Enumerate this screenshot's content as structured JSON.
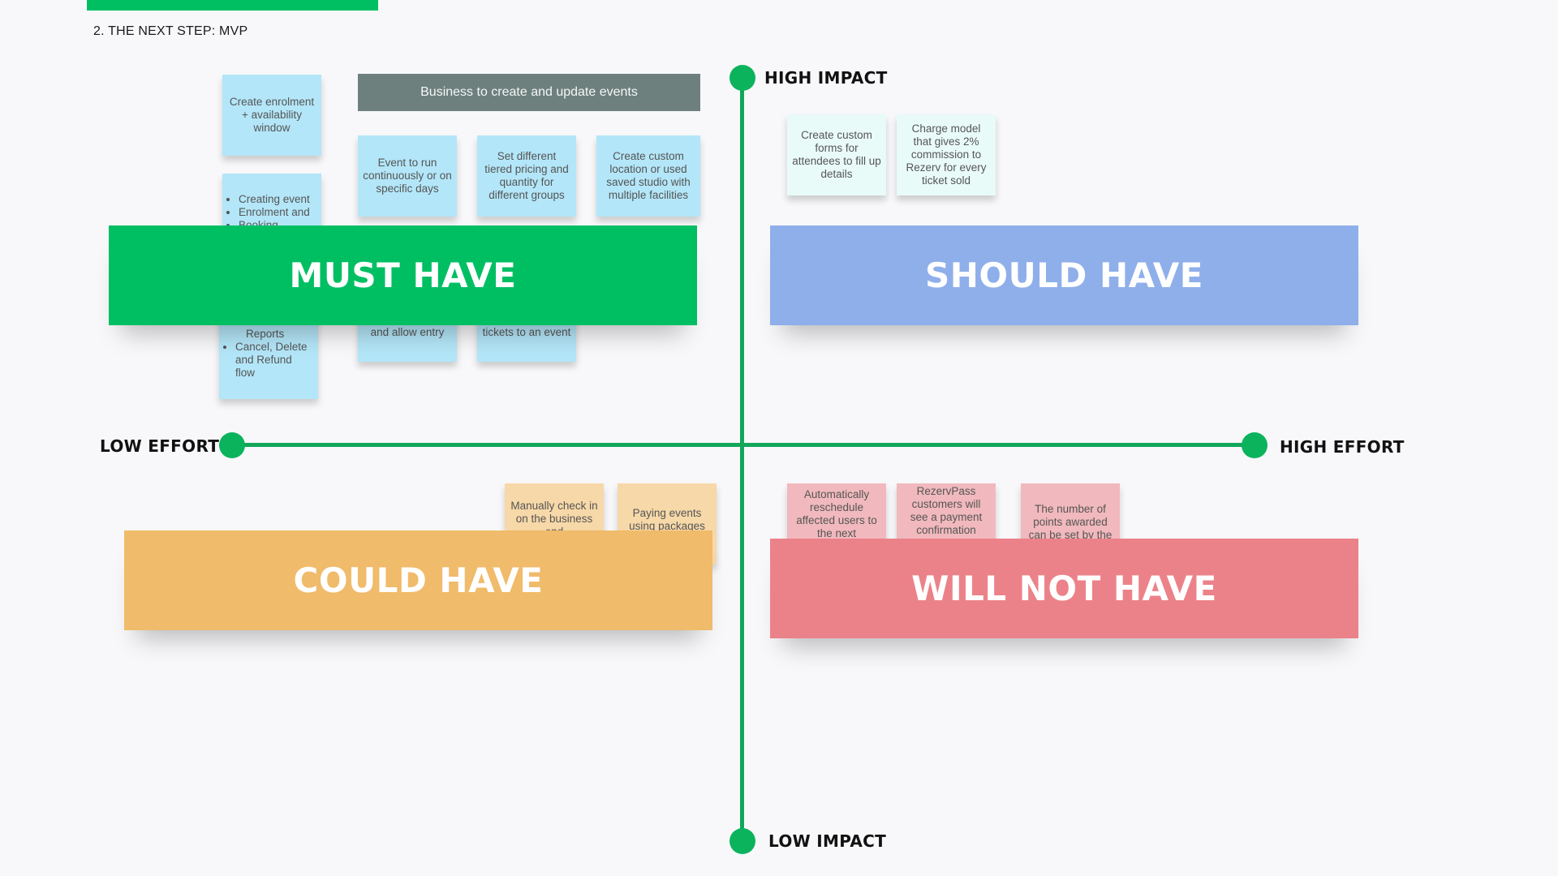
{
  "page": {
    "title": "2. THE NEXT STEP: MVP"
  },
  "axes": {
    "high_impact": "HIGH IMPACT",
    "low_impact": "LOW IMPACT",
    "low_effort": "LOW EFFORT",
    "high_effort": "HIGH EFFORT"
  },
  "colors": {
    "axis": "#12a75a",
    "must_have": "#00bf63",
    "should_have": "#8fafea",
    "could_have": "#f0bb6a",
    "will_not_have": "#ec8289",
    "sticky_blue": "#b3e6f8",
    "sticky_mint": "#e9fbf9",
    "sticky_orange": "#f7d8a8",
    "sticky_pink": "#f1b9bd"
  },
  "quadrants": {
    "must_have": {
      "label": "MUST HAVE",
      "header": "Business to create and update events",
      "notes": {
        "enrolment_window": "Create enrolment + availability window",
        "event_continuous": "Event to run continuously or on specific days",
        "tiered_pricing": "Set different tiered pricing and quantity for different groups",
        "custom_location": "Create custom location or used saved studio with multiple facilities",
        "bullets_top": [
          "Creating event",
          "Enrolment and",
          "Booking"
        ],
        "bullets_bottom_lead": "Reports",
        "bullets_bottom": [
          "Cancel, Delete and Refund flow"
        ],
        "allow_entry": "and allow entry",
        "tickets_event": "tickets to an event"
      }
    },
    "should_have": {
      "label": "SHOULD HAVE",
      "notes": {
        "custom_forms": "Create custom forms for attendees to fill up details",
        "charge_model": "Charge model that gives 2% commission to Rezerv for every ticket sold"
      }
    },
    "could_have": {
      "label": "COULD HAVE",
      "notes": {
        "manual_check": "Manually check in on the business end",
        "paying_packages": "Paying events using packages"
      }
    },
    "will_not_have": {
      "label": "WILL NOT HAVE",
      "notes": {
        "auto_reschedule": "Automatically reschedule affected users to the next",
        "payment_confirmation": "RezervPass customers will see a payment confirmation",
        "points_awarded": "The number of points awarded can be set by the"
      }
    }
  }
}
